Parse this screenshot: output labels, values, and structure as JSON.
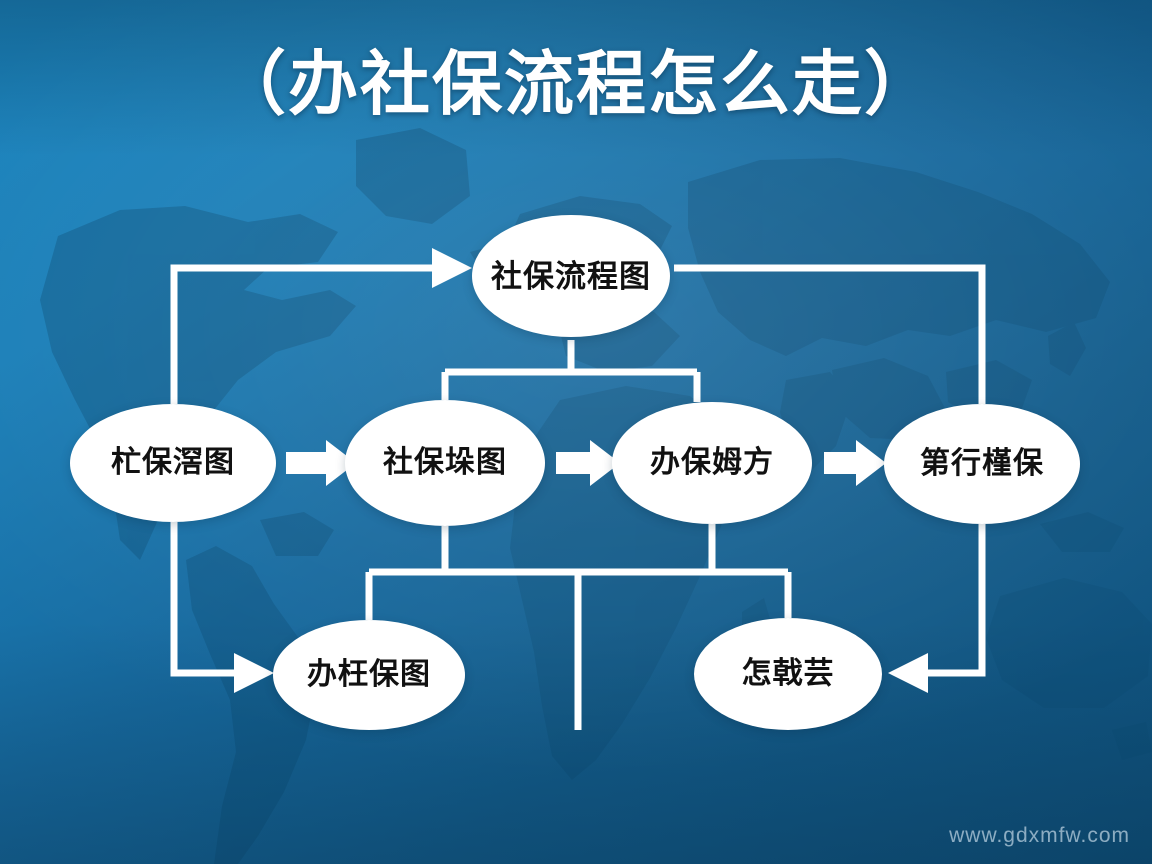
{
  "title": "（办社保流程怎么走）",
  "watermark": "www.gdxmfw.com",
  "colors": {
    "background_top": "#1c84bd",
    "background_bottom": "#0f4f79",
    "node_fill": "#ffffff",
    "node_text": "#111111",
    "connector": "#ffffff",
    "title_text": "#ffffff",
    "watermark_text": "#e1f0fa"
  },
  "nodes": {
    "top": "社保流程图",
    "row2_a": "杧保滘图",
    "row2_b": "社保垛图",
    "row2_c": "办保姆方",
    "row2_d": "第行槿保",
    "bottom_left": "办枉保图",
    "bottom_right": "怎戟芸"
  },
  "diagram": {
    "type": "flowchart",
    "shape": "ellipse",
    "node_order": [
      "社保流程图",
      "杧保滘图",
      "社保垛图",
      "办保姆方",
      "第行槿保",
      "办枉保图",
      "怎戟芸"
    ],
    "connections": [
      {
        "from": "杧保滘图",
        "to": "社保流程图",
        "style": "elbow-up-right",
        "arrowhead": true
      },
      {
        "from": "社保流程图",
        "to": "第行槿保",
        "style": "elbow-right-down",
        "arrowhead": false
      },
      {
        "from": "社保流程图",
        "to": "社保垛图",
        "style": "fork-down-left",
        "arrowhead": false
      },
      {
        "from": "社保流程图",
        "to": "办保姆方",
        "style": "fork-down-right",
        "arrowhead": false
      },
      {
        "from": "杧保滘图",
        "to": "社保垛图",
        "style": "block-arrow-right",
        "arrowhead": true
      },
      {
        "from": "社保垛图",
        "to": "办保姆方",
        "style": "block-arrow-right",
        "arrowhead": true
      },
      {
        "from": "办保姆方",
        "to": "第行槿保",
        "style": "block-arrow-right",
        "arrowhead": true
      },
      {
        "from": "杧保滘图",
        "to": "办枉保图",
        "style": "elbow-down-right",
        "arrowhead": true
      },
      {
        "from": "第行槿保",
        "to": "怎戟芸",
        "style": "elbow-down-left",
        "arrowhead": true
      },
      {
        "from": "社保垛图",
        "to": "办枉保图",
        "style": "bus-down",
        "arrowhead": false
      },
      {
        "from": "办保姆方",
        "to": "怎戟芸",
        "style": "bus-down",
        "arrowhead": false
      }
    ]
  }
}
